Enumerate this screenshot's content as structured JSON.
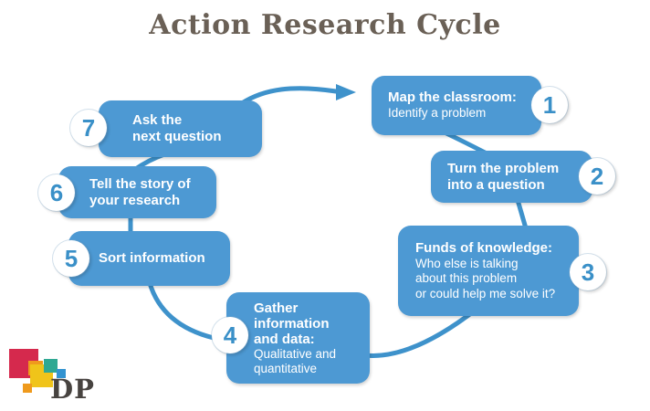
{
  "title": "Action Research Cycle",
  "colors": {
    "box_blue": "#4d99d3",
    "connector_blue": "#3e92cb",
    "number_blue": "#3a90c8",
    "title_brown": "#6a6056",
    "logo_red": "#d5294d",
    "logo_yellow": "#f0c41a",
    "logo_orange": "#ef9a1d",
    "logo_teal": "#2fa893",
    "logo_blue": "#3393d0",
    "logo_text_gray": "#474340"
  },
  "steps": [
    {
      "number": "1",
      "heading": "Map the classroom:",
      "body": "Identify a problem"
    },
    {
      "number": "2",
      "heading": "Turn the problem\ninto a question",
      "body": ""
    },
    {
      "number": "3",
      "heading": "Funds of knowledge:",
      "body": "Who else is talking\nabout this problem\nor could help me solve it?"
    },
    {
      "number": "4",
      "heading": "Gather\ninformation\nand data:",
      "body": "Qualitative and\nquantitative"
    },
    {
      "number": "5",
      "heading": "Sort information",
      "body": ""
    },
    {
      "number": "6",
      "heading": "Tell the story of\nyour research",
      "body": ""
    },
    {
      "number": "7",
      "heading": "Ask the\nnext question",
      "body": ""
    }
  ],
  "logo": {
    "text": "DP"
  }
}
